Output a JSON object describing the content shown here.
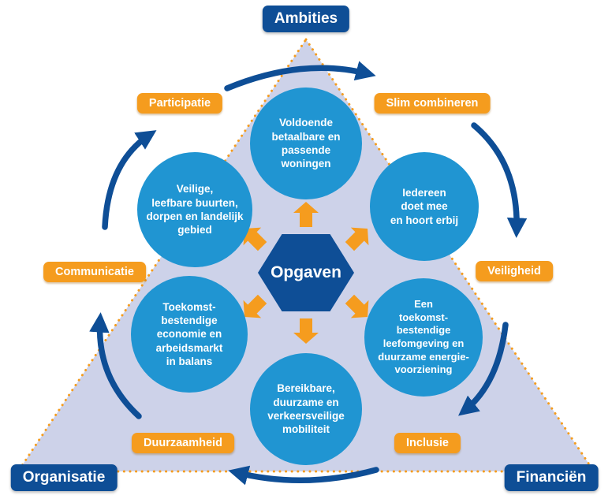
{
  "diagram": {
    "corner_labels": {
      "top": "Ambities",
      "bottom_left": "Organisatie",
      "bottom_right": "Financiën"
    },
    "center_label": "Opgaven",
    "theme_labels": {
      "participatie": "Participatie",
      "slim_combineren": "Slim combineren",
      "communicatie": "Communicatie",
      "veiligheid": "Veiligheid",
      "duurzaamheid": "Duurzaamheid",
      "inclusie": "Inclusie"
    },
    "circles": {
      "woningen": "Voldoende\nbetaalbare en\npassende\nwoningen",
      "buurten": "Veilige,\nleefbare buurten,\ndorpen en landelijk\ngebied",
      "iedereen": "Iedereen\ndoet mee\nen hoort erbij",
      "economie": "Toekomst-\nbestendige\neconomie en\narbeidsmarkt\nin balans",
      "leefomgeving": "Een\ntoekomst-\nbestendige\nleefomgeving en\nduurzame energie-\nvoorziening",
      "mobiliteit": "Bereikbare,\nduurzame en\nverkeersveilige\nmobiliteit"
    },
    "colors": {
      "dark_blue": "#0e4e96",
      "light_blue": "#2095d2",
      "orange": "#f59c1e",
      "lavender": "#cdd2e9"
    }
  }
}
